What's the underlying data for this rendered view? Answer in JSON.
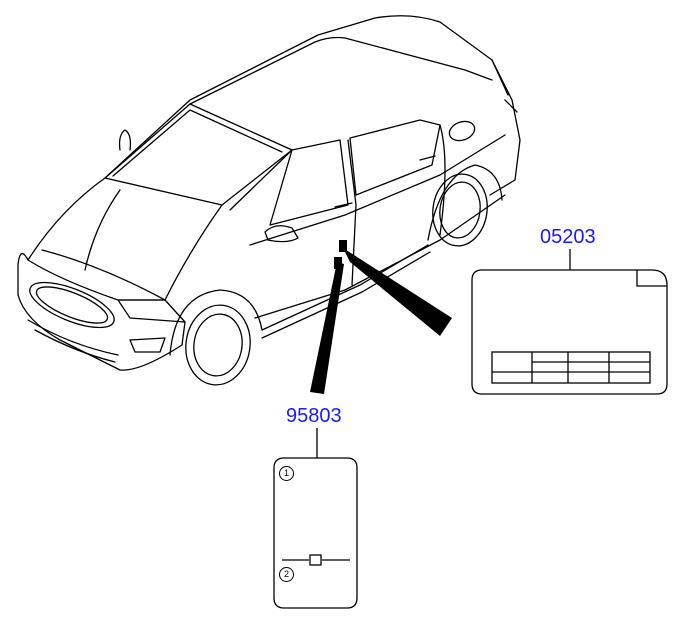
{
  "parts": [
    {
      "id": "05203",
      "label": "05203"
    },
    {
      "id": "95803",
      "label": "95803"
    }
  ],
  "callouts": [
    "1",
    "2"
  ],
  "colors": {
    "label": "#1a1aff",
    "line": "#000000",
    "background": "#ffffff"
  }
}
